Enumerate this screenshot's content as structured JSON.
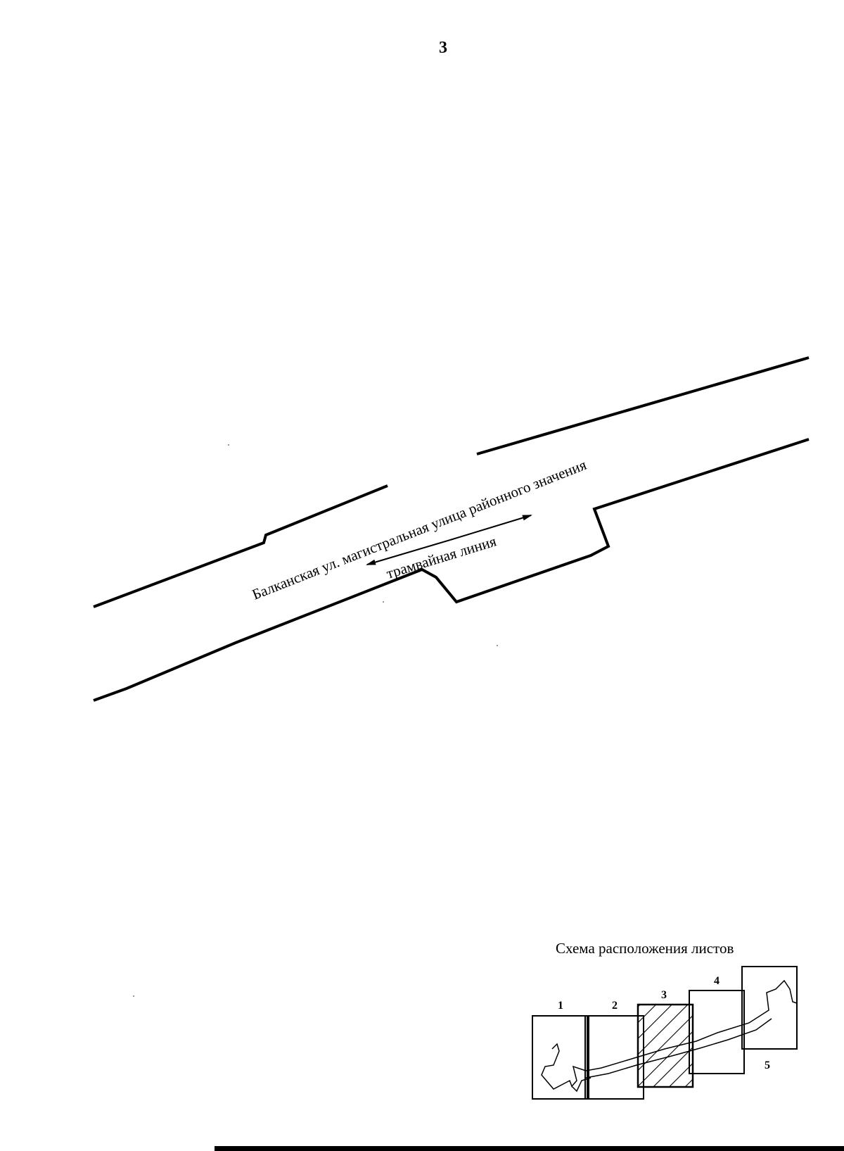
{
  "page_number": "3",
  "map": {
    "street_label": "Балканская ул. магистральная улица районного значения",
    "tram_label": "трамвайная линия"
  },
  "scheme": {
    "title": "Схема расположения листов",
    "sheets": [
      {
        "number": "1",
        "highlighted": false
      },
      {
        "number": "2",
        "highlighted": false
      },
      {
        "number": "3",
        "highlighted": true
      },
      {
        "number": "4",
        "highlighted": false
      },
      {
        "number": "5",
        "highlighted": false
      }
    ]
  }
}
